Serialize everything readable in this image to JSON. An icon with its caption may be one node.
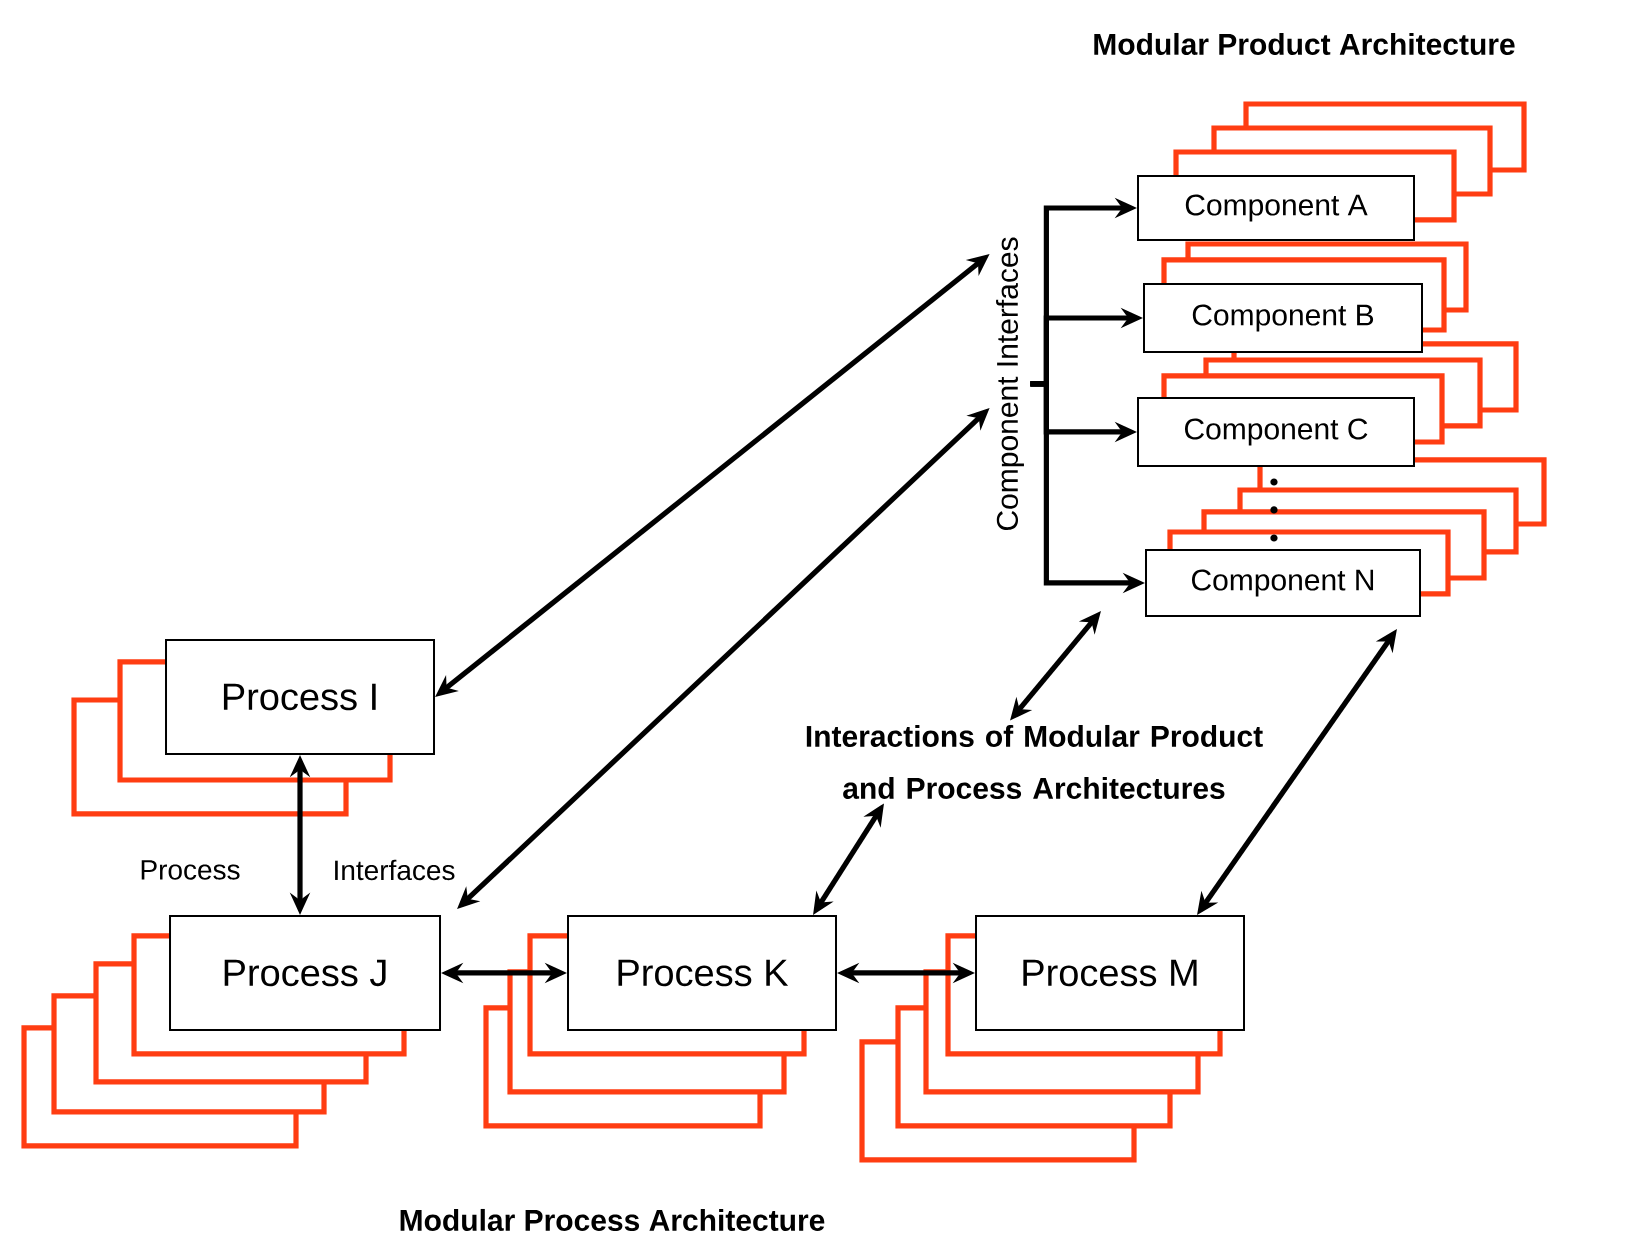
{
  "diagram": {
    "nodes": [
      {
        "text": [
          "Component A"
        ]
      },
      {
        "text": [
          "Component B"
        ]
      },
      {
        "text": [
          "Component C"
        ]
      },
      {
        "text": [
          "Component N"
        ]
      },
      {
        "text": [
          "Process I"
        ]
      },
      {
        "text": [
          "Process J"
        ]
      },
      {
        "text": [
          "Process K"
        ]
      },
      {
        "text": [
          "Process M"
        ]
      },
      {
        "text": [
          "Interactions of Modular Product and Process Architectures"
        ]
      },
      {
        "text": [
          "Component Interfaces"
        ]
      }
    ],
    "edges": [
      {
        "from": 9,
        "to": 0,
        "arrow": "to"
      },
      {
        "from": 9,
        "to": 1,
        "arrow": "to"
      },
      {
        "from": 9,
        "to": 2,
        "arrow": "to"
      },
      {
        "from": 9,
        "to": 3,
        "arrow": "to"
      },
      {
        "from": 4,
        "to": 9,
        "arrow": "both"
      },
      {
        "from": 5,
        "to": 9,
        "arrow": "both"
      },
      {
        "from": 4,
        "to": 5,
        "arrow": "both"
      },
      {
        "from": 5,
        "to": 6,
        "arrow": "both"
      },
      {
        "from": 6,
        "to": 7,
        "arrow": "both"
      },
      {
        "from": 8,
        "to": 3,
        "arrow": "both"
      },
      {
        "from": 8,
        "to": 6,
        "arrow": "both"
      },
      {
        "from": 7,
        "to": 3,
        "arrow": "both"
      }
    ],
    "labels": [
      "Modular Product Architecture",
      "Process",
      "Interfaces",
      "Modular Process Architecture"
    ]
  }
}
